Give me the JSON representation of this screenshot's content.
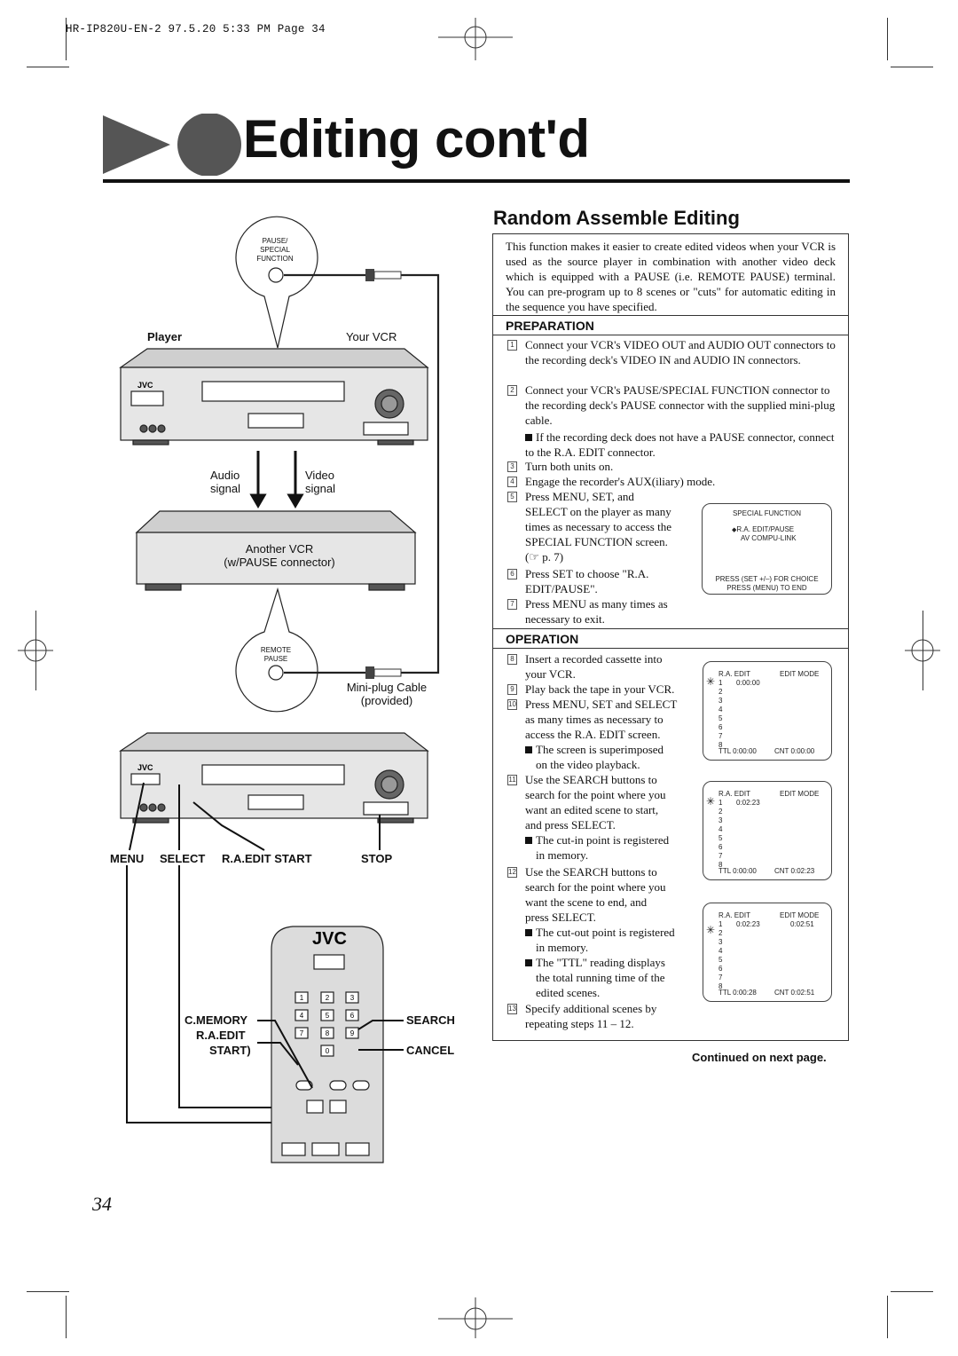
{
  "header": {
    "text": "HR-IP820U-EN-2  97.5.20 5:33 PM  Page 34"
  },
  "title": "Editing cont'd",
  "section_title": "Random Assemble Editing",
  "intro": "This function makes it easier to create edited videos when your VCR is used as the source player in combination with another video deck which is equipped with a PAUSE (i.e. REMOTE PAUSE) terminal. You can pre-program up to 8 scenes or \"cuts\" for automatic editing in the sequence you have specified.",
  "preparation": {
    "heading": "PREPARATION",
    "steps": [
      {
        "num": "1",
        "text": "Connect your VCR's VIDEO OUT and AUDIO OUT connectors to the recording deck's VIDEO IN and AUDIO IN connectors."
      },
      {
        "num": "2",
        "text": "Connect your VCR's PAUSE/SPECIAL FUNCTION connector to the recording deck's PAUSE connector with the supplied mini-plug cable."
      },
      {
        "num": "",
        "text": "If the recording deck does not have a PAUSE connector, connect to the R.A. EDIT connector."
      },
      {
        "num": "3",
        "text": "Turn both units on."
      },
      {
        "num": "4",
        "text": "Engage the recorder's AUX(iliary) mode."
      },
      {
        "num": "5",
        "text": "Press MENU, SET, and SELECT on the player as many times as necessary to access the SPECIAL FUNCTION screen. (☞ p. 7)"
      },
      {
        "num": "6",
        "text": "Press SET to choose \"R.A. EDIT/PAUSE\"."
      },
      {
        "num": "7",
        "text": "Press MENU as many times as necessary to exit."
      }
    ],
    "step5_lines": [
      "Press MENU, SET, and",
      "SELECT on the player as many",
      "times as necessary to access the",
      "SPECIAL FUNCTION screen.",
      "(☞ p. 7)"
    ],
    "step6_lines": [
      "Press SET to choose \"R.A.",
      "EDIT/PAUSE\"."
    ],
    "step7_lines": [
      "Press MENU as many times as",
      "necessary to exit."
    ]
  },
  "special_screen": {
    "title": "SPECIAL FUNCTION",
    "item1": "R.A. EDIT/PAUSE",
    "item2": "AV COMPU-LINK",
    "foot1": "PRESS (SET +/–) FOR CHOICE",
    "foot2": "PRESS (MENU) TO END"
  },
  "operation": {
    "heading": "OPERATION",
    "s8": [
      "Insert a recorded cassette into",
      "your VCR."
    ],
    "s9": "Play back the tape in your VCR.",
    "s10": [
      "Press MENU, SET and SELECT",
      "as many times as necessary to",
      "access the R.A. EDIT screen."
    ],
    "b10": [
      "The screen is superimposed",
      "on the video playback."
    ],
    "s11": [
      "Use the SEARCH buttons to",
      "search for the point where you",
      "want an edited scene to start,",
      "and press SELECT."
    ],
    "b11": [
      "The cut-in point is registered",
      "in memory."
    ],
    "s12": [
      "Use the SEARCH buttons to",
      "search for the point where you",
      "want the scene to end, and",
      "press SELECT."
    ],
    "b12a": [
      "The cut-out point is registered",
      "in memory."
    ],
    "b12b": [
      "The \"TTL\" reading displays",
      "the total running time of the",
      "edited scenes."
    ],
    "s13": [
      "Specify additional scenes by",
      "repeating steps 11 – 12."
    ]
  },
  "ra_screens": [
    {
      "label": "R.A. EDIT",
      "mode": "EDIT MODE",
      "r1a": "0:00:00",
      "r1b": "",
      "ttl": "TTL 0:00:00",
      "cnt": "CNT 0:00:00"
    },
    {
      "label": "R.A. EDIT",
      "mode": "EDIT MODE",
      "r1a": "0:02:23",
      "r1b": "",
      "ttl": "TTL 0:00:00",
      "cnt": "CNT 0:02:23"
    },
    {
      "label": "R.A. EDIT",
      "mode": "EDIT MODE",
      "r1a": "0:02:23",
      "r1b": "0:02:51",
      "ttl": "TTL 0:00:28",
      "cnt": "CNT 0:02:51"
    }
  ],
  "continued": "Continued on next page.",
  "page_number": "34",
  "diagram": {
    "pause_label": [
      "PAUSE/",
      "SPECIAL",
      "FUNCTION"
    ],
    "player": "Player",
    "your_vcr": "Your VCR",
    "audio_signal": [
      "Audio",
      "signal"
    ],
    "video_signal": [
      "Video",
      "signal"
    ],
    "another_vcr": [
      "Another VCR",
      "(w/PAUSE connector)"
    ],
    "remote_pause": [
      "REMOTE",
      "PAUSE"
    ],
    "cable": [
      "Mini-plug Cable",
      "(provided)"
    ],
    "btn_menu": "MENU",
    "btn_select": "SELECT",
    "btn_ra_start": "R.A.EDIT START",
    "btn_stop": "STOP",
    "cmemory": "C.MEMORY",
    "ra_edit": "R.A.EDIT",
    "start": "START)",
    "search": "SEARCH",
    "cancel": "CANCEL",
    "brand": "JVC",
    "keypad": [
      "1",
      "2",
      "3",
      "4",
      "5",
      "6",
      "7",
      "8",
      "9",
      "0"
    ]
  }
}
